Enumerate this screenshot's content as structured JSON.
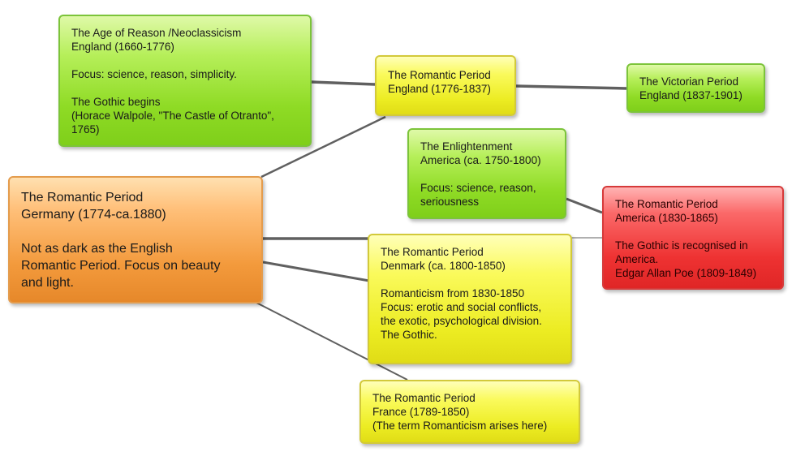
{
  "nodes": {
    "neoclassicism": {
      "lines": [
        "The Age of Reason /Neoclassicism",
        "England (1660-1776)",
        "",
        "Focus: science, reason, simplicity.",
        "",
        "The Gothic begins",
        "(Horace Walpole, \"The Castle of Otranto\",",
        "1765)"
      ],
      "color": "#8fdb25"
    },
    "romantic_england": {
      "lines": [
        "The Romantic Period",
        "England (1776-1837)"
      ],
      "color": "#f2f23a"
    },
    "victorian": {
      "lines": [
        "The Victorian Period",
        "England (1837-1901)"
      ],
      "color": "#8fdb25"
    },
    "enlightenment_america": {
      "lines": [
        "The Enlightenment",
        "America (ca. 1750-1800)",
        "",
        "Focus: science, reason,",
        "seriousness"
      ],
      "color": "#8fdb25"
    },
    "romantic_germany": {
      "lines": [
        "The Romantic Period",
        "Germany (1774-ca.1880)",
        "",
        "Not as dark as the English",
        "Romantic Period. Focus on beauty",
        "and light."
      ],
      "color": "#f39a3c"
    },
    "romantic_america": {
      "lines": [
        "The Romantic Period",
        "America (1830-1865)",
        "",
        "The Gothic is recognised in",
        "America.",
        "Edgar Allan Poe (1809-1849)"
      ],
      "color": "#ee3232"
    },
    "romantic_denmark": {
      "lines": [
        "The Romantic Period",
        "Denmark (ca. 1800-1850)",
        "",
        "Romanticism from 1830-1850",
        "Focus: erotic and social conflicts,",
        "the exotic, psychological division.",
        "The Gothic."
      ],
      "color": "#f2f23a"
    },
    "romantic_france": {
      "lines": [
        "The Romantic Period",
        "France (1789-1850)",
        "(The term Romanticism arises here)"
      ],
      "color": "#f2f23a"
    }
  }
}
